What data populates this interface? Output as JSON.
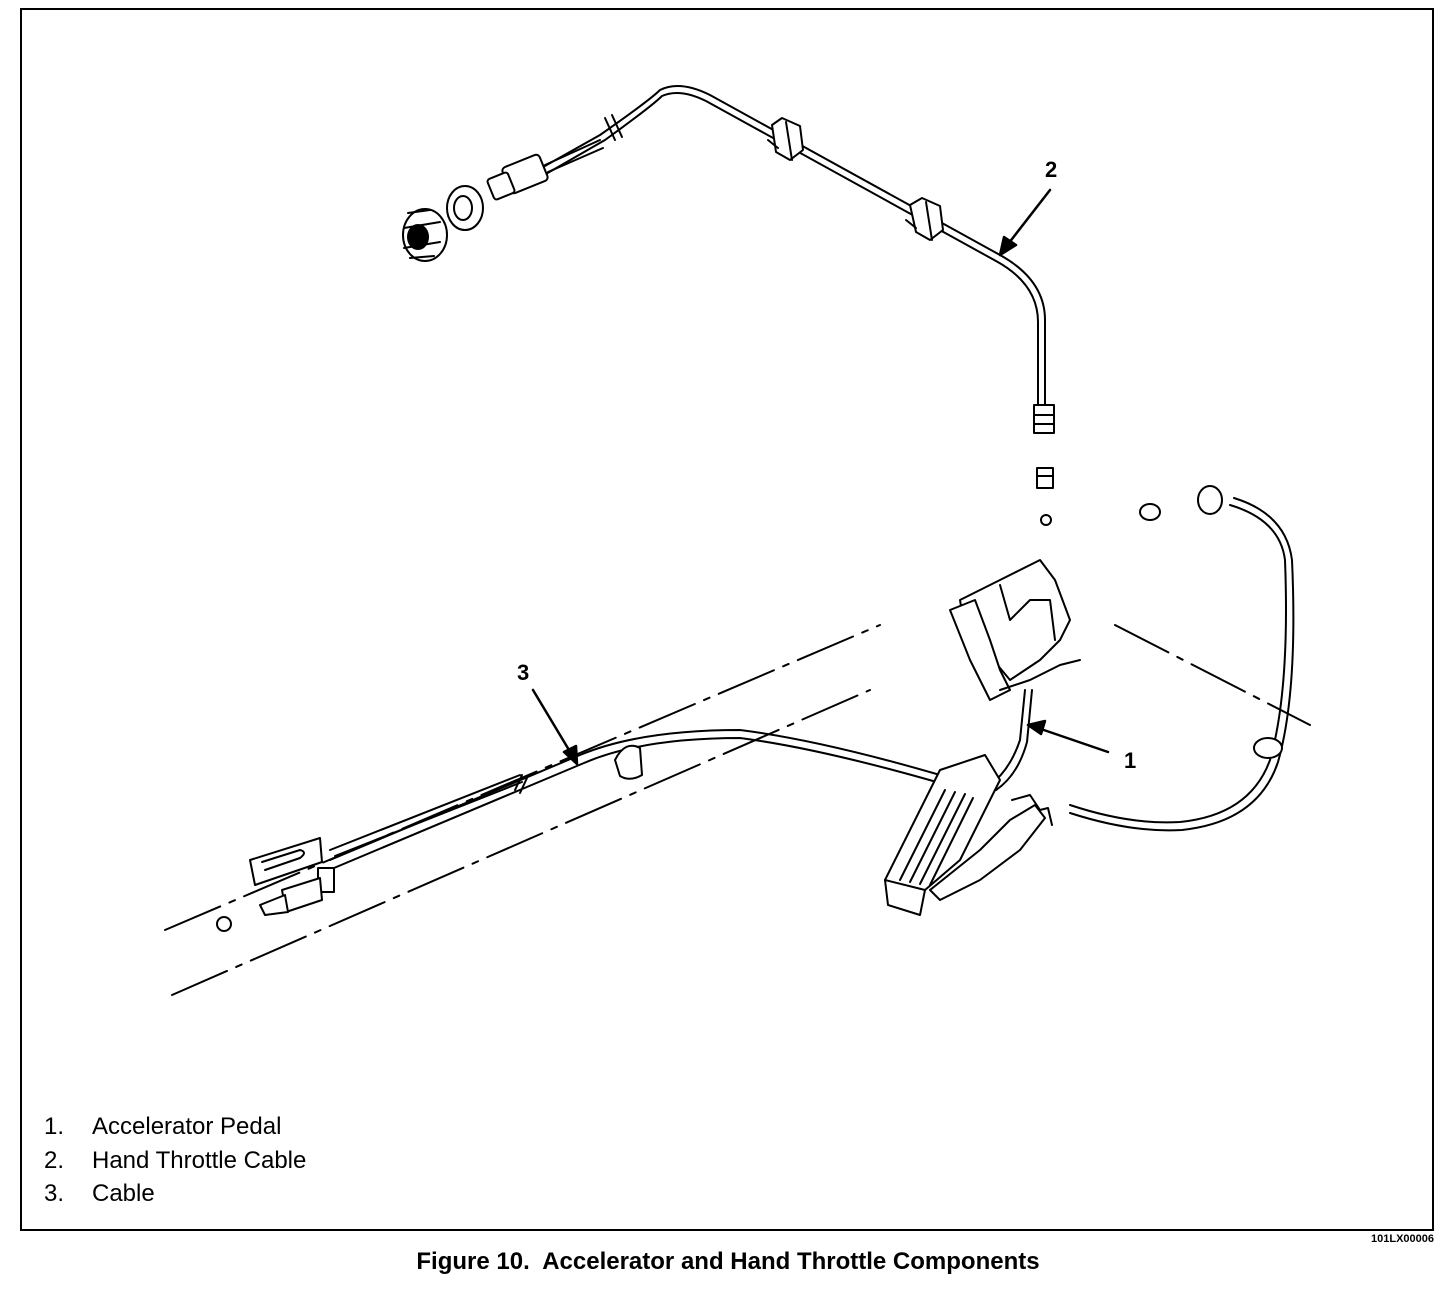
{
  "callouts": [
    "1",
    "2",
    "3"
  ],
  "legend": [
    {
      "num": "1.",
      "label": "Accelerator Pedal"
    },
    {
      "num": "2.",
      "label": "Hand Throttle Cable"
    },
    {
      "num": "3.",
      "label": "Cable"
    }
  ],
  "drawing_code": "101LX00006",
  "caption": "Figure 10.  Accelerator and Hand Throttle Components"
}
